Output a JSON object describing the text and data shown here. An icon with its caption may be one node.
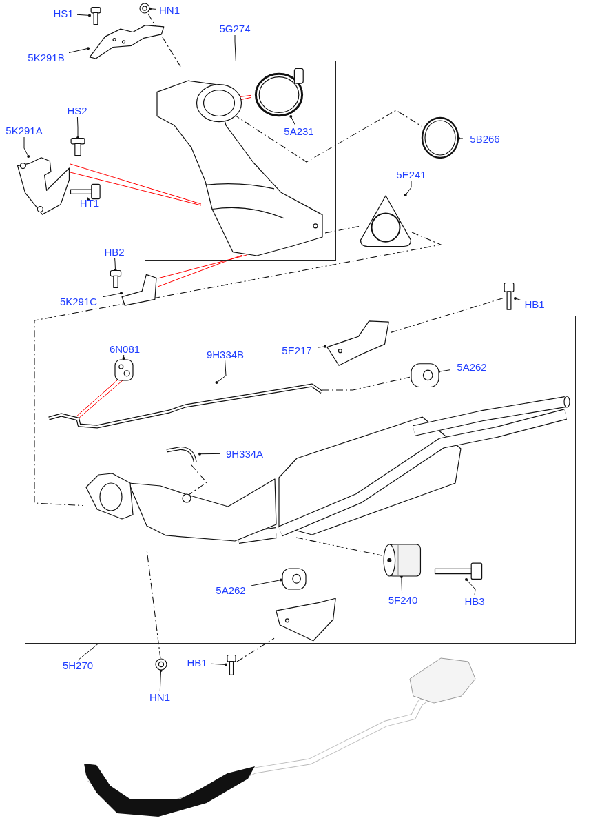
{
  "diagram": {
    "nodes": [
      {
        "text": [
          "HS1"
        ]
      },
      {
        "text": [],
        "shape": "picture"
      },
      {
        "text": [
          "HN1"
        ]
      },
      {
        "text": [],
        "shape": "picture"
      },
      {
        "text": [
          "5K291B"
        ]
      },
      {
        "text": [],
        "shape": "picture"
      },
      {
        "text": [
          "5G274"
        ]
      },
      {
        "text": [],
        "shape": "box"
      },
      {
        "text": [],
        "shape": "picture",
        "in": 7
      },
      {
        "text": [],
        "shape": "picture",
        "in": 7
      },
      {
        "text": [
          "5A231"
        ],
        "in": 7
      },
      {
        "text": [],
        "shape": "picture"
      },
      {
        "text": [
          "5B266"
        ]
      },
      {
        "text": [
          "5K291A"
        ]
      },
      {
        "text": [],
        "shape": "picture"
      },
      {
        "text": [
          "HS2"
        ]
      },
      {
        "text": [],
        "shape": "picture"
      },
      {
        "text": [],
        "shape": "picture"
      },
      {
        "text": [
          "HT1"
        ]
      },
      {
        "text": [
          "5E241"
        ]
      },
      {
        "text": [],
        "shape": "picture"
      },
      {
        "text": [
          "HB2"
        ]
      },
      {
        "text": [],
        "shape": "picture"
      },
      {
        "text": [
          "5K291C"
        ]
      },
      {
        "text": [],
        "shape": "picture"
      },
      {
        "text": [],
        "shape": "picture"
      },
      {
        "text": [
          "HB1"
        ]
      },
      {
        "text": [],
        "shape": "box"
      },
      {
        "text": [
          "5E217"
        ],
        "in": 27
      },
      {
        "text": [],
        "shape": "picture",
        "in": 27
      },
      {
        "text": [
          "5A262"
        ],
        "in": 27
      },
      {
        "text": [],
        "shape": "picture",
        "in": 27
      },
      {
        "text": [
          "6N081"
        ],
        "in": 27
      },
      {
        "text": [],
        "shape": "picture",
        "in": 27
      },
      {
        "text": [
          "9H334B"
        ],
        "in": 27
      },
      {
        "text": [],
        "shape": "picture",
        "in": 27
      },
      {
        "text": [],
        "shape": "picture",
        "in": 27
      },
      {
        "text": [
          "9H334A"
        ],
        "in": 27
      },
      {
        "text": [],
        "shape": "picture",
        "in": 27
      },
      {
        "text": [
          "5A262"
        ],
        "in": 27
      },
      {
        "text": [],
        "shape": "picture",
        "in": 27
      },
      {
        "text": [],
        "shape": "cylinder",
        "in": 27
      },
      {
        "text": [
          "5F240"
        ],
        "in": 27
      },
      {
        "text": [],
        "shape": "picture",
        "in": 27
      },
      {
        "text": [
          "HB3"
        ],
        "in": 27
      },
      {
        "text": [],
        "shape": "picture",
        "in": 27
      },
      {
        "text": [
          "5H270"
        ]
      },
      {
        "text": [],
        "shape": "picture"
      },
      {
        "text": [
          "HN1"
        ]
      },
      {
        "text": [
          "HB1"
        ]
      },
      {
        "text": [],
        "shape": "picture"
      },
      {
        "text": [],
        "shape": "picture",
        "in": 27
      }
    ],
    "edges": [
      {
        "from": 0,
        "to": 1,
        "arrow": "other"
      },
      {
        "from": 2,
        "to": 3,
        "arrow": "other"
      },
      {
        "from": 4,
        "to": 5,
        "arrow": "other"
      },
      {
        "from": 6,
        "to": 7,
        "arrow": "none"
      },
      {
        "from": 10,
        "to": 9,
        "arrow": "other"
      },
      {
        "from": 12,
        "to": 11,
        "arrow": "other"
      },
      {
        "from": 13,
        "to": 14,
        "arrow": "other"
      },
      {
        "from": 15,
        "to": 16,
        "arrow": "other"
      },
      {
        "from": 18,
        "to": 17,
        "arrow": "other"
      },
      {
        "from": 19,
        "to": 20,
        "arrow": "other"
      },
      {
        "from": 21,
        "to": 22,
        "arrow": "other"
      },
      {
        "from": 23,
        "to": 24,
        "arrow": "other"
      },
      {
        "from": 26,
        "to": 25,
        "arrow": "other"
      },
      {
        "from": 28,
        "to": 29,
        "arrow": "other"
      },
      {
        "from": 30,
        "to": 31,
        "arrow": "other"
      },
      {
        "from": 32,
        "to": 33,
        "arrow": "other"
      },
      {
        "from": 34,
        "to": 35,
        "arrow": "other"
      },
      {
        "from": 37,
        "to": 36,
        "arrow": "other"
      },
      {
        "from": 39,
        "to": 40,
        "arrow": "other"
      },
      {
        "from": 42,
        "to": 41,
        "arrow": "other"
      },
      {
        "from": 44,
        "to": 43,
        "arrow": "other"
      },
      {
        "from": 46,
        "to": 27,
        "arrow": "none"
      },
      {
        "from": 48,
        "to": 47,
        "arrow": "other"
      },
      {
        "from": 49,
        "to": 50,
        "arrow": "other"
      },
      {
        "from": 14,
        "to": 8,
        "arrow": "none",
        "color": "#ff0000"
      },
      {
        "from": 14,
        "to": 8,
        "arrow": "none",
        "color": "#ff0000"
      },
      {
        "from": 9,
        "to": 8,
        "arrow": "none",
        "color": "#ff0000"
      },
      {
        "from": 9,
        "to": 8,
        "arrow": "none",
        "color": "#ff0000"
      },
      {
        "from": 24,
        "to": 8,
        "arrow": "none",
        "color": "#ff0000"
      },
      {
        "from": 24,
        "to": 8,
        "arrow": "none",
        "color": "#ff0000"
      },
      {
        "from": 33,
        "to": 35,
        "arrow": "none",
        "color": "#ff0000"
      },
      {
        "from": 33,
        "to": 35,
        "arrow": "none",
        "color": "#ff0000"
      },
      {
        "from": 3,
        "to": 8,
        "arrow": "none",
        "style": "dashed"
      },
      {
        "from": 8,
        "to": 11,
        "arrow": "none",
        "style": "dashed"
      },
      {
        "from": 8,
        "to": 20,
        "arrow": "none",
        "style": "dashed"
      },
      {
        "from": 20,
        "to": 38,
        "arrow": "none",
        "style": "dashed"
      },
      {
        "from": 25,
        "to": 29,
        "arrow": "none",
        "style": "dashed"
      },
      {
        "from": 35,
        "to": 31,
        "arrow": "none",
        "style": "dashed"
      },
      {
        "from": 36,
        "to": 38,
        "arrow": "none",
        "style": "dashed"
      },
      {
        "from": 47,
        "to": 38,
        "arrow": "none",
        "style": "dashed"
      },
      {
        "from": 50,
        "to": 45,
        "arrow": "none",
        "style": "dashed"
      },
      {
        "from": 51,
        "to": 41,
        "arrow": "none",
        "style": "dashed"
      }
    ]
  }
}
